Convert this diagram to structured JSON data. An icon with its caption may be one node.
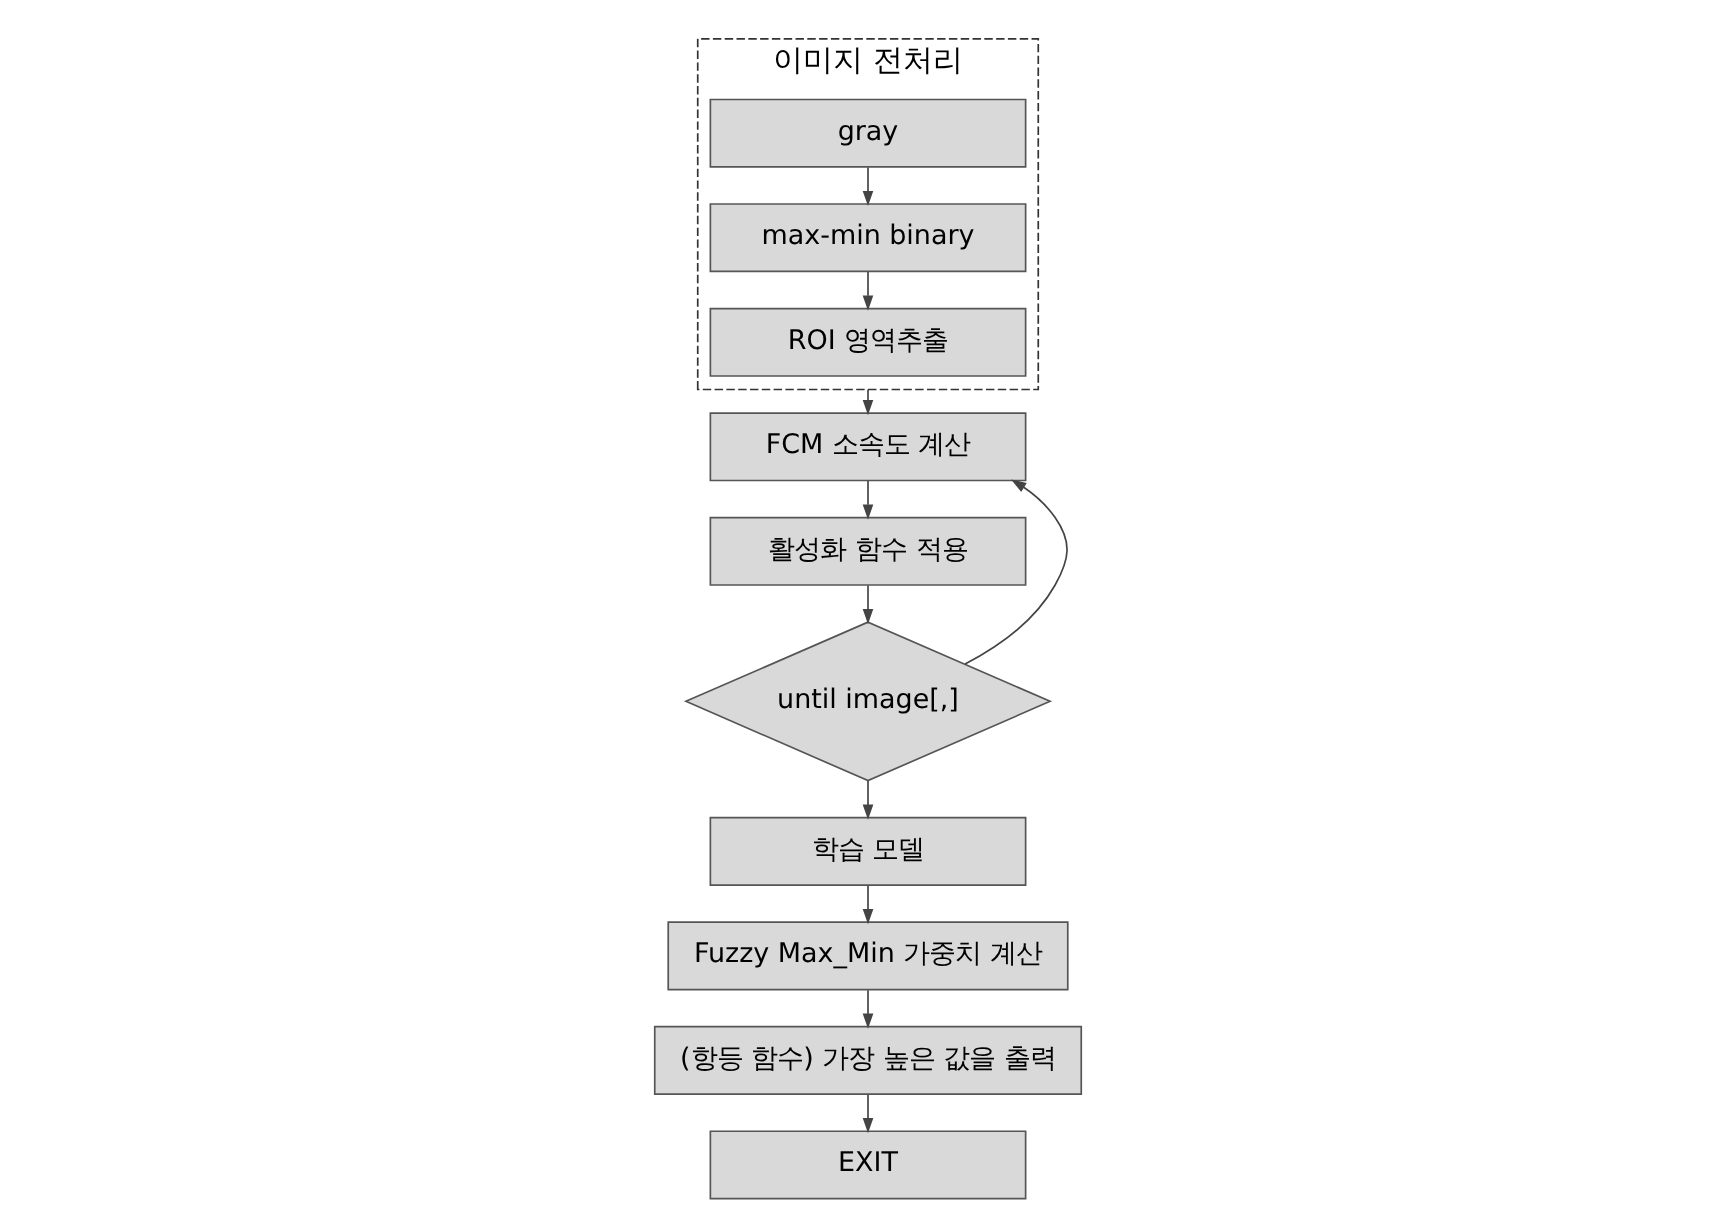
{
  "diagram": {
    "nodes": [
      {
        "text": [
          "이미지 전처리"
        ]
      },
      {
        "text": [
          "gray"
        ],
        "in": 0
      },
      {
        "text": [
          "max-min binary"
        ],
        "in": 0
      },
      {
        "text": [
          "ROI 영역추출"
        ],
        "in": 0
      },
      {
        "text": [
          "FCM 소속도 계산"
        ]
      },
      {
        "text": [
          "활성화 함수 적용"
        ]
      },
      {
        "text": [
          "until image[,]"
        ]
      },
      {
        "text": [
          "학습 모델"
        ]
      },
      {
        "text": [
          "Fuzzy Max_Min 가중치 계산"
        ]
      },
      {
        "text": [
          "(항등 함수) 가장 높은 값을 출력"
        ]
      },
      {
        "text": [
          "EXIT"
        ]
      }
    ],
    "edges": [
      {
        "from": 1,
        "to": 2,
        "arrow": "to"
      },
      {
        "from": 2,
        "to": 3,
        "arrow": "to"
      },
      {
        "from": 0,
        "to": 4,
        "arrow": "to"
      },
      {
        "from": 4,
        "to": 5,
        "arrow": "to"
      },
      {
        "from": 5,
        "to": 6,
        "arrow": "to"
      },
      {
        "from": 6,
        "to": 4,
        "arrow": "to"
      },
      {
        "from": 6,
        "to": 7,
        "arrow": "to"
      },
      {
        "from": 7,
        "to": 8,
        "arrow": "to"
      },
      {
        "from": 8,
        "to": 9,
        "arrow": "to"
      },
      {
        "from": 9,
        "to": 10,
        "arrow": "to"
      }
    ]
  }
}
